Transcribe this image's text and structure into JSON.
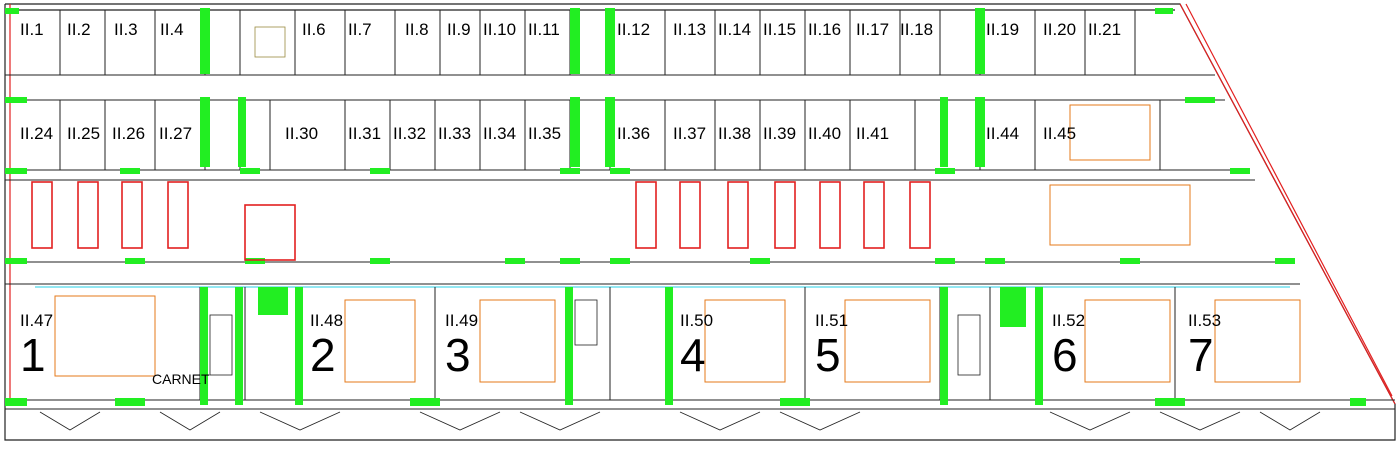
{
  "colors": {
    "wall": "#1a1a1a",
    "red": "#e32020",
    "green": "#22ee22",
    "orange": "#e57a1a",
    "cyan": "#27cfe6",
    "olive": "#9a8a40",
    "line": "#222222"
  },
  "rooms_top": [
    "II.1",
    "II.2",
    "II.3",
    "II.4",
    "II.6",
    "II.7",
    "II.8",
    "II.9",
    "II.10",
    "II.11",
    "II.12",
    "II.13",
    "II.14",
    "II.15",
    "II.16",
    "II.17",
    "II.18",
    "II.19",
    "II.20",
    "II.21"
  ],
  "rooms_mid": [
    "II.24",
    "II.25",
    "II.26",
    "II.27",
    "II.30",
    "II.31",
    "II.32",
    "II.33",
    "II.34",
    "II.35",
    "II.36",
    "II.37",
    "II.38",
    "II.39",
    "II.40",
    "II.41",
    "II.44",
    "II.45"
  ],
  "rooms_bottom": [
    "II.47",
    "II.48",
    "II.49",
    "II.50",
    "II.51",
    "II.52",
    "II.53"
  ],
  "room_numbers": [
    "1",
    "2",
    "3",
    "4",
    "5",
    "6",
    "7"
  ],
  "carnet": "CARNET"
}
